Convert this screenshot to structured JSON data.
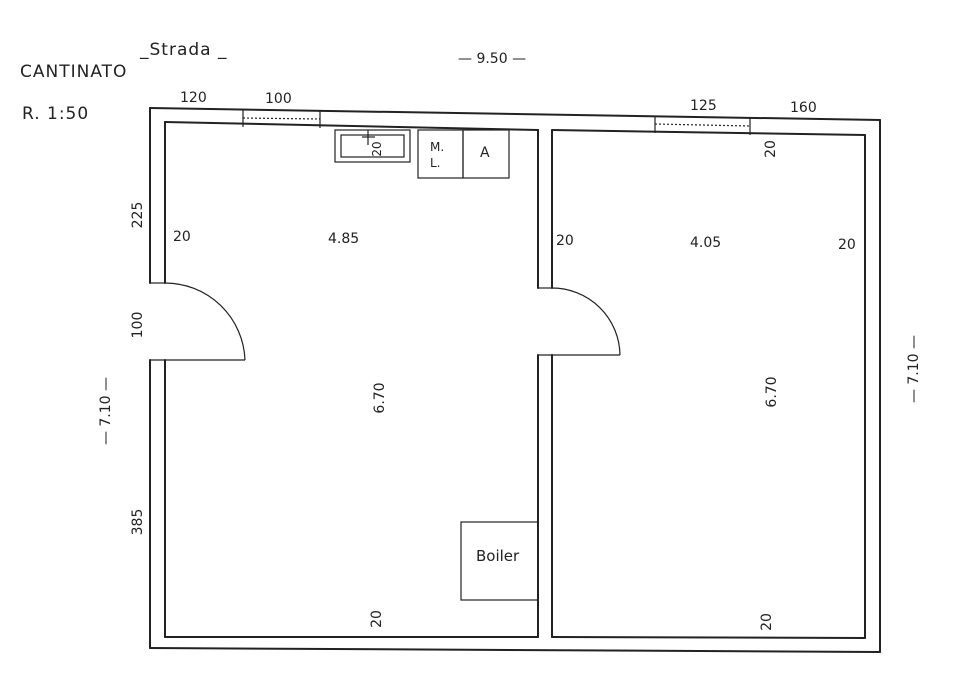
{
  "header": {
    "title": "CANTINATO",
    "scale": "R. 1:50",
    "street": "_Strada _"
  },
  "dimensions": {
    "top_total": "— 9.50 —",
    "top_seg_1": "120",
    "top_seg_2": "100",
    "top_seg_3": "125",
    "top_seg_4": "160",
    "left_total": "— 7.10 —",
    "right_total": "— 7.10 —",
    "left_seg_1": "225",
    "left_seg_2": "100",
    "left_seg_3": "385"
  },
  "room_left": {
    "width": "4.85",
    "length": "6.70",
    "wall_left": "20",
    "wall_bottom": "20",
    "sink_wall": "20",
    "fixture_ml": "M.\nL.",
    "fixture_a": "A",
    "boiler": "Boiler"
  },
  "room_right": {
    "width": "4.05",
    "length": "6.70",
    "wall_left": "20",
    "wall_right": "20",
    "wall_top": "20",
    "wall_bottom": "20"
  },
  "colors": {
    "ink": "#222222",
    "paper": "#ffffff"
  }
}
